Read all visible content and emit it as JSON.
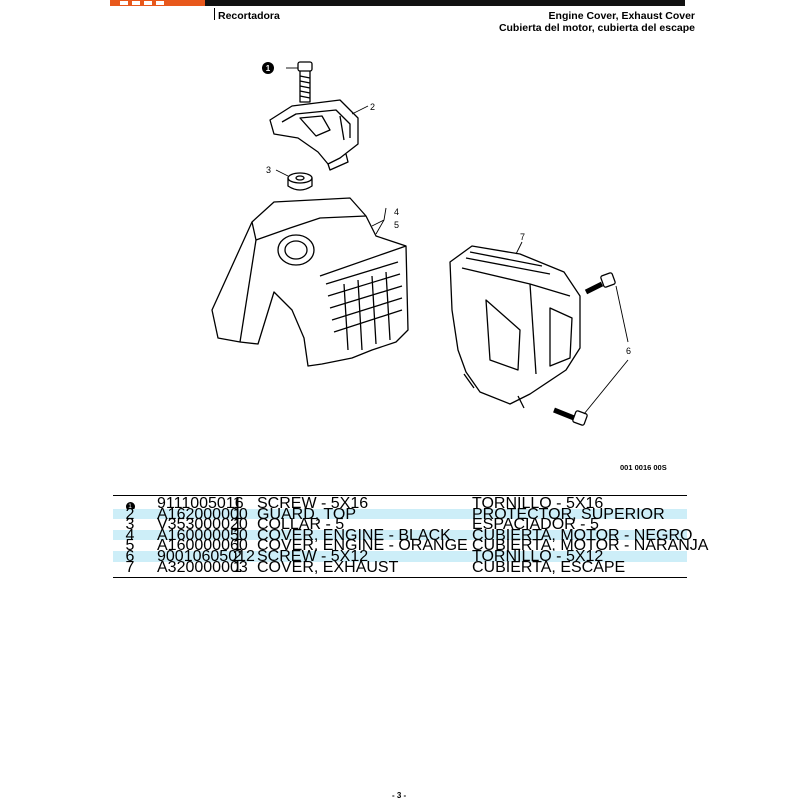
{
  "header": {
    "left": "Recortadora",
    "right_line1": "Engine Cover, Exhaust Cover",
    "right_line2": "Cubierta del motor, cubierta del escape"
  },
  "diagram": {
    "callouts": [
      "1",
      "2",
      "3",
      "4",
      "5",
      "7",
      "6"
    ],
    "figure_code": "001 0016 00S"
  },
  "parts": [
    {
      "idx": "1",
      "pn": "9111005016",
      "qty": "1",
      "en": "SCREW - 5X16",
      "es": "TORNILLO - 5X16",
      "badge": true
    },
    {
      "idx": "2",
      "pn": "A162000000",
      "qty": "1",
      "en": "GUARD, TOP",
      "es": "PROTECTOR, SUPERIOR"
    },
    {
      "idx": "3",
      "pn": "V353000020",
      "qty": "1",
      "en": "COLLAR - 5",
      "es": "ESPACIADOR - 5"
    },
    {
      "idx": "4",
      "pn": "A160000050",
      "qty": "1",
      "en": "COVER, ENGINE - BLACK",
      "es": "CUBIERTA, MOTOR - NEGRO"
    },
    {
      "idx": "5",
      "pn": "A160000060",
      "qty": "1",
      "en": "COVER, ENGINE - ORANGE",
      "es": "CUBIERTA, MOTOR - NARANJA"
    },
    {
      "idx": "6",
      "pn": "90010605012",
      "qty": "2",
      "en": "SCREW - 5X12",
      "es": "TORNILLO - 5X12"
    },
    {
      "idx": "7",
      "pn": "A320000003",
      "qty": "1",
      "en": "COVER, EXHAUST",
      "es": "CUBIERTA, ESCAPE"
    }
  ],
  "footer": {
    "page": "- 3 -"
  },
  "colors": {
    "row_alt": "#cdeef8"
  }
}
